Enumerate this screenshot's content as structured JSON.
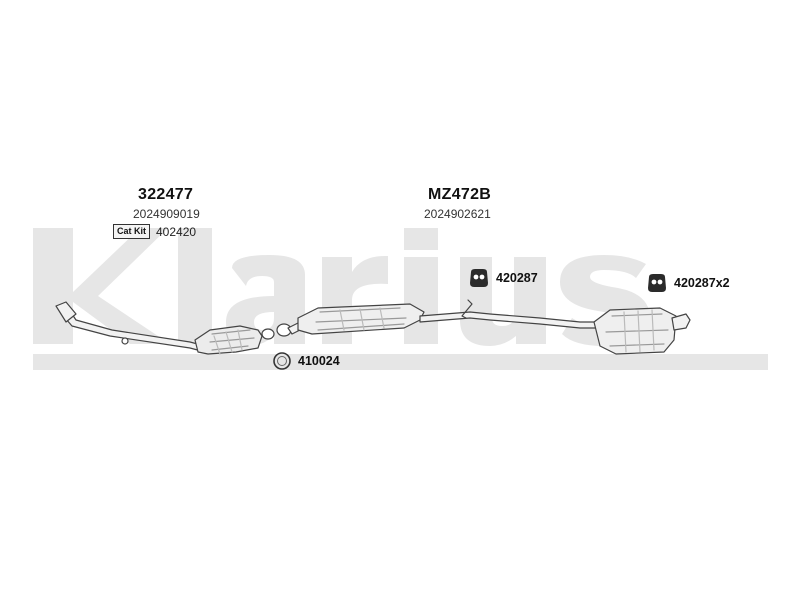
{
  "watermark": {
    "text": "Klarius",
    "color": "#e3e3e3"
  },
  "groups": [
    {
      "part_number": "322477",
      "oem_number": "2024909019"
    },
    {
      "part_number": "MZ472B",
      "oem_number": "2024902621"
    }
  ],
  "cat_kit": {
    "label": "Cat Kit",
    "number": "402420"
  },
  "legend": [
    {
      "icon": "rubber-hanger-icon",
      "label": "420287"
    },
    {
      "icon": "rubber-hanger-icon",
      "label": "420287x2"
    },
    {
      "icon": "ring-gasket-icon",
      "label": "410024"
    }
  ],
  "colors": {
    "pipe_stroke": "#444444",
    "pipe_fill": "#f2f2f2",
    "shading": "#bdbdbd"
  }
}
